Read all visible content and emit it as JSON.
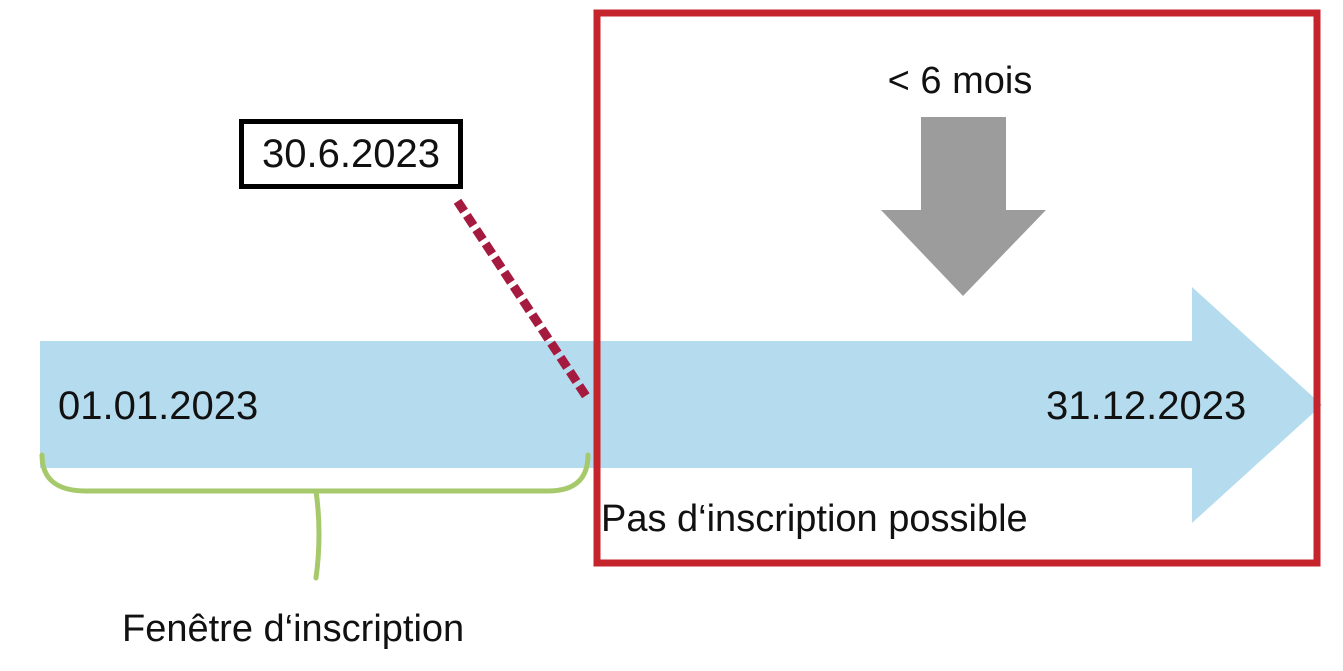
{
  "timeline": {
    "start_date": "01.01.2023",
    "end_date": "31.12.2023"
  },
  "callout": {
    "date": "30.6.2023"
  },
  "labels": {
    "duration": "< 6 mois",
    "no_registration": "Pas d‘inscription possible",
    "registration_window": "Fenêtre d‘inscription"
  },
  "colors": {
    "timeline_blue": "#b5dcee",
    "red_box": "#c5242c",
    "gray_arrow": "#9c9c9c",
    "green_brace": "#a6ca6b",
    "dotted_line": "#a51a3f",
    "callout_border": "#000000",
    "text": "#111111"
  }
}
